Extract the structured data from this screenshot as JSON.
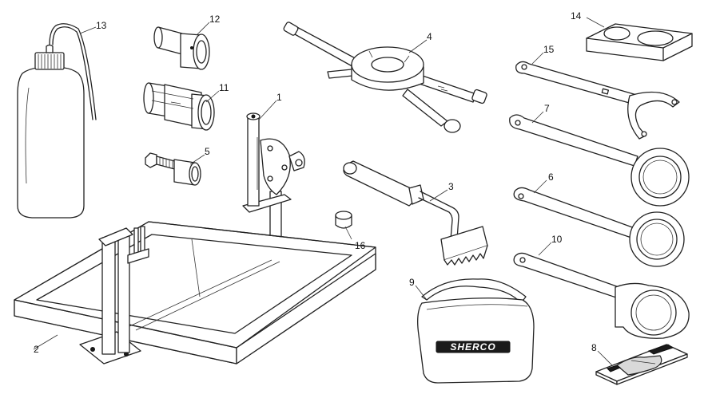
{
  "diagram": {
    "brand_text": "SHERCO",
    "callouts": [
      {
        "id": "c1",
        "label": "1"
      },
      {
        "id": "c2",
        "label": "2"
      },
      {
        "id": "c3",
        "label": "3"
      },
      {
        "id": "c4",
        "label": "4"
      },
      {
        "id": "c5",
        "label": "5"
      },
      {
        "id": "c6",
        "label": "6"
      },
      {
        "id": "c7",
        "label": "7"
      },
      {
        "id": "c8",
        "label": "8"
      },
      {
        "id": "c9",
        "label": "9"
      },
      {
        "id": "c10",
        "label": "10"
      },
      {
        "id": "c11",
        "label": "11"
      },
      {
        "id": "c12",
        "label": "12"
      },
      {
        "id": "c13",
        "label": "13"
      },
      {
        "id": "c14",
        "label": "14"
      },
      {
        "id": "c15",
        "label": "15"
      },
      {
        "id": "c16",
        "label": "16"
      }
    ]
  }
}
